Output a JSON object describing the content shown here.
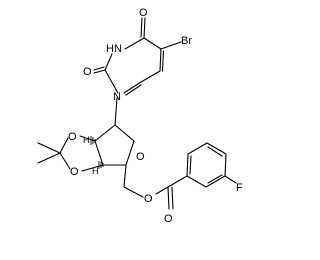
{
  "molecule": {
    "atoms": {
      "o_top": "O",
      "hn": "HN",
      "br": "Br",
      "o_left": "O",
      "n": "N",
      "o_ring1": "O",
      "o_ring2": "O",
      "o_furan": "O",
      "h1": "H",
      "h2": "H",
      "o_ester": "O",
      "o_carbonyl": "O",
      "f": "F"
    }
  }
}
